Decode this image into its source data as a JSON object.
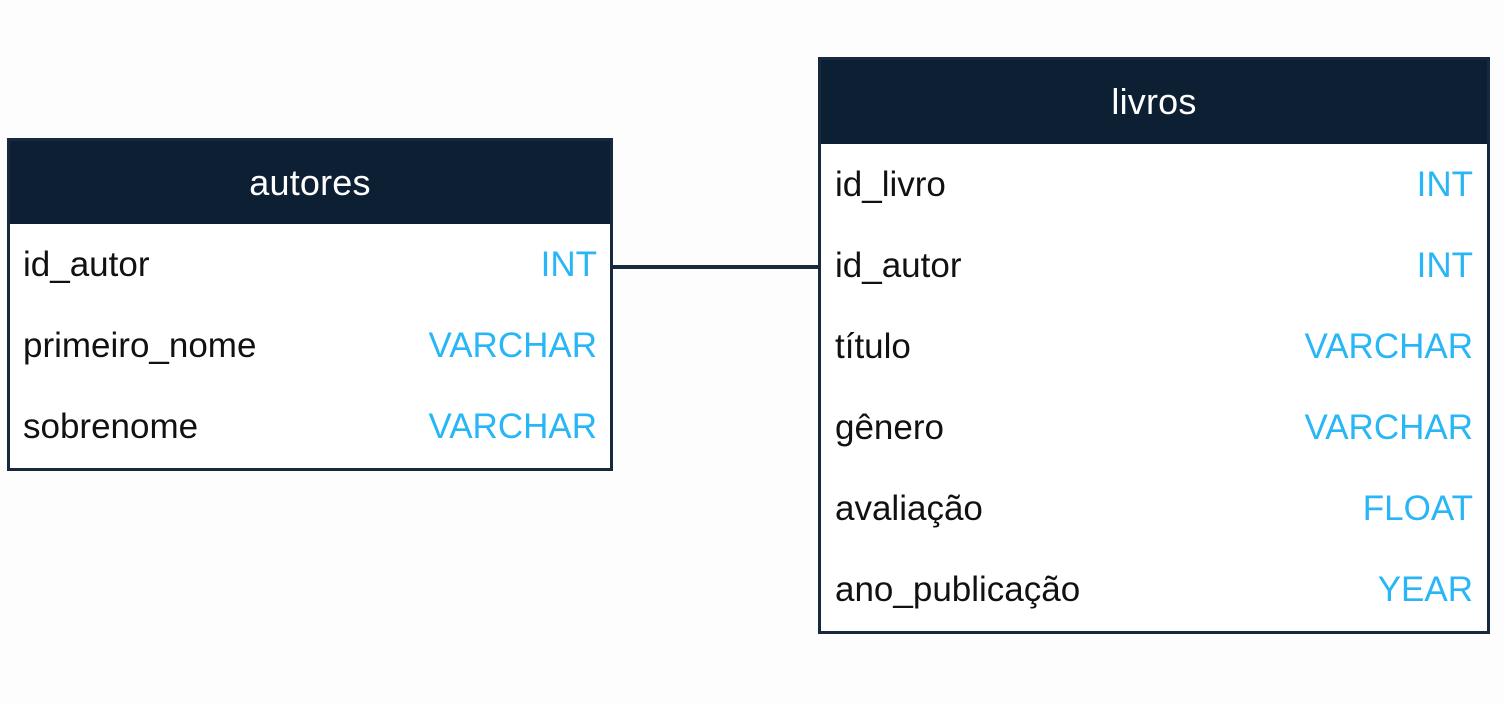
{
  "diagram": {
    "type": "entity-relationship-diagram",
    "background_color": "#fdfdfd",
    "header_color": "#0d1f33",
    "border_color": "#16293f",
    "datatype_color": "#29b6f6",
    "name_color": "#111111"
  },
  "entities": [
    {
      "id": "autores",
      "title": "autores",
      "fields": [
        {
          "name": "id_autor",
          "type": "INT"
        },
        {
          "name": "primeiro_nome",
          "type": "VARCHAR"
        },
        {
          "name": "sobrenome",
          "type": "VARCHAR"
        }
      ]
    },
    {
      "id": "livros",
      "title": "livros",
      "fields": [
        {
          "name": "id_livro",
          "type": "INT"
        },
        {
          "name": "id_autor",
          "type": "INT"
        },
        {
          "name": "título",
          "type": "VARCHAR"
        },
        {
          "name": "gênero",
          "type": "VARCHAR"
        },
        {
          "name": "avaliação",
          "type": "FLOAT"
        },
        {
          "name": "ano_publicação",
          "type": "YEAR"
        }
      ]
    }
  ],
  "relationships": [
    {
      "from_entity": "autores",
      "from_field": "id_autor",
      "to_entity": "livros",
      "to_field": "id_autor",
      "style": "straight-line"
    }
  ]
}
